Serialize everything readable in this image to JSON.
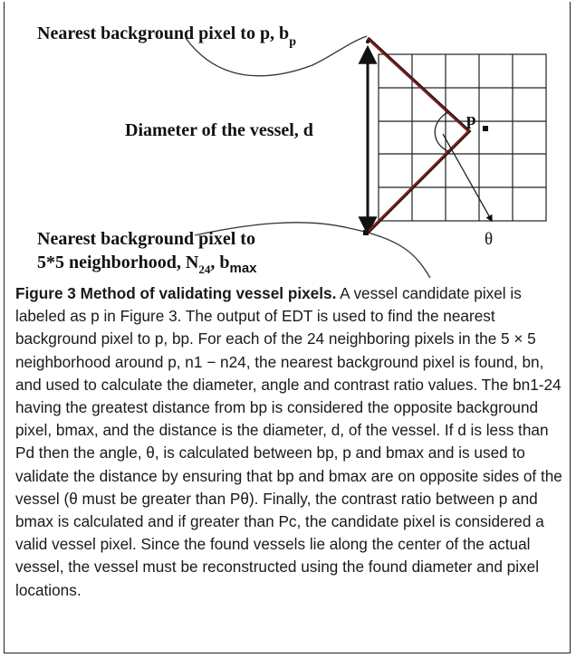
{
  "figure": {
    "label_bp": "Nearest background pixel to p, b",
    "label_bp_sub": "p",
    "label_diameter": "Diameter of the vessel, d",
    "label_p": "p",
    "label_theta": "θ",
    "label_bmax_line1": "Nearest background pixel  to",
    "label_bmax_line2": "5*5 neighborhood, N",
    "label_bmax_sub": "24",
    "label_bmax_end": ", b",
    "label_bmax_endsub": "max"
  },
  "caption": {
    "title": "Figure 3 Method of validating vessel pixels.",
    "text": " A vessel candidate pixel is labeled as p in Figure 3. The output of EDT is used to find the nearest background pixel to p, bp. For each of the 24 neighboring pixels in the 5 × 5 neighborhood around p, n1 − n24, the nearest background pixel is found, bn, and used to calculate the diameter, angle and contrast ratio values. The bn1-24 having the greatest distance from bp is considered the opposite background pixel, bmax, and the distance is the diameter, d, of the vessel. If d is less than Pd then the angle, θ, is calculated between bp, p and bmax and is used to validate the distance by ensuring that bp and bmax are on opposite sides of the vessel (θ must be greater than Pθ). Finally, the contrast ratio between p and bmax is calculated and if greater than Pc, the candidate pixel is considered a valid vessel pixel. Since the found vessels lie along the center of the actual vessel, the vessel must be reconstructed using the found diameter and pixel locations."
  }
}
